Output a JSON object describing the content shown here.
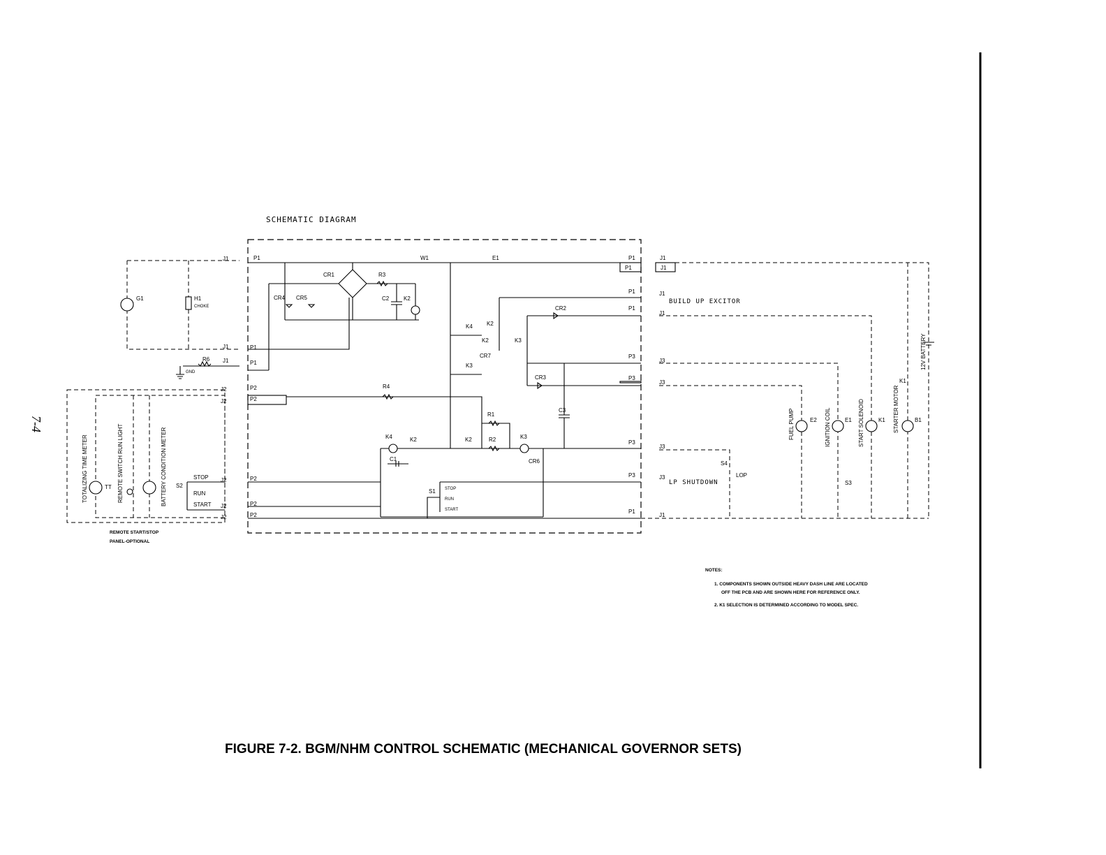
{
  "header": {
    "schematic_title": "SCHEMATIC DIAGRAM"
  },
  "page_marker": "7-4",
  "connectors": {
    "j1": "J1",
    "j2": "J2",
    "j3": "J3",
    "p1": "P1",
    "p2": "P2",
    "p3": "P3"
  },
  "components": {
    "g1": "G1",
    "h1": "H1",
    "choke": "CHOKE",
    "r6": "R6",
    "gnd": "GND",
    "cr1": "CR1",
    "cr2": "CR2",
    "cr3": "CR3",
    "cr4": "CR4",
    "cr5": "CR5",
    "cr6": "CR6",
    "cr7": "CR7",
    "r1": "R1",
    "r2": "R2",
    "r3": "R3",
    "r4": "R4",
    "c1": "C1",
    "c2": "C2",
    "c3": "C3",
    "k1": "K1",
    "k2": "K2",
    "k3": "K3",
    "k4": "K4",
    "w1": "W1",
    "e1": "E1",
    "e2": "E2",
    "b1": "B1",
    "tt": "TT",
    "s1": "S1",
    "s2": "S2",
    "s3": "S3",
    "s4": "S4",
    "lop": "LOP"
  },
  "switch_positions": {
    "stop": "STOP",
    "run": "RUN",
    "start": "START"
  },
  "external_labels": {
    "build_up_excitor": "BUILD UP EXCITOR",
    "lp_shutdown": "LP SHUTDOWN",
    "battery": "12V BATTERY",
    "starter_motor": "STARTER MOTOR",
    "start_solenoid": "START SOLENOID",
    "ignition_coil": "IGNITION COIL",
    "fuel_pump": "FUEL PUMP",
    "totalizing_time_meter": "TOTALIZING TIME METER",
    "remote_switch_run_light": "REMOTE SWITCH RUN LIGHT",
    "battery_condition_meter": "BATTERY CONDITION METER",
    "remote_panel_line1": "REMOTE START/STOP",
    "remote_panel_line2": "PANEL-OPTIONAL"
  },
  "notes": {
    "heading": "NOTES:",
    "items": [
      "1.  COMPONENTS SHOWN OUTSIDE HEAVY DASH LINE ARE LOCATED",
      "OFF THE PCB AND ARE SHOWN HERE FOR REFERENCE ONLY.",
      "2.  K1 SELECTION IS DETERMINED ACCORDING TO MODEL SPEC."
    ]
  },
  "figure_caption": "FIGURE 7-2. BGM/NHM CONTROL SCHEMATIC (MECHANICAL GOVERNOR SETS)"
}
